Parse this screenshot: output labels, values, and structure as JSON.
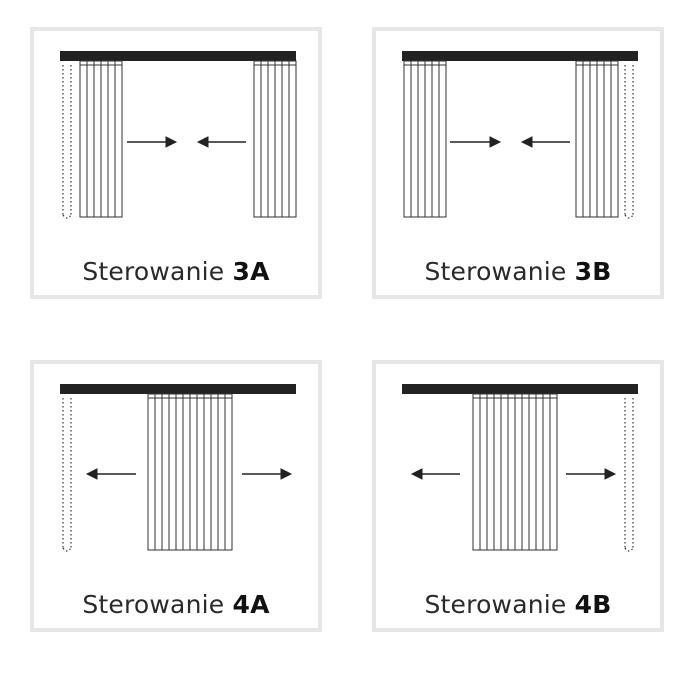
{
  "panels": [
    {
      "label": "Sterowanie",
      "code": "3A"
    },
    {
      "label": "Sterowanie",
      "code": "3B"
    },
    {
      "label": "Sterowanie",
      "code": "4A"
    },
    {
      "label": "Sterowanie",
      "code": "4B"
    }
  ],
  "colors": {
    "rail": "#222222",
    "line": "#333333",
    "border": "#e6e6e6",
    "text": "#2a2a2a"
  },
  "icons": [
    "rail",
    "slat-stack",
    "bead-chain",
    "arrow-left-icon",
    "arrow-right-icon"
  ]
}
